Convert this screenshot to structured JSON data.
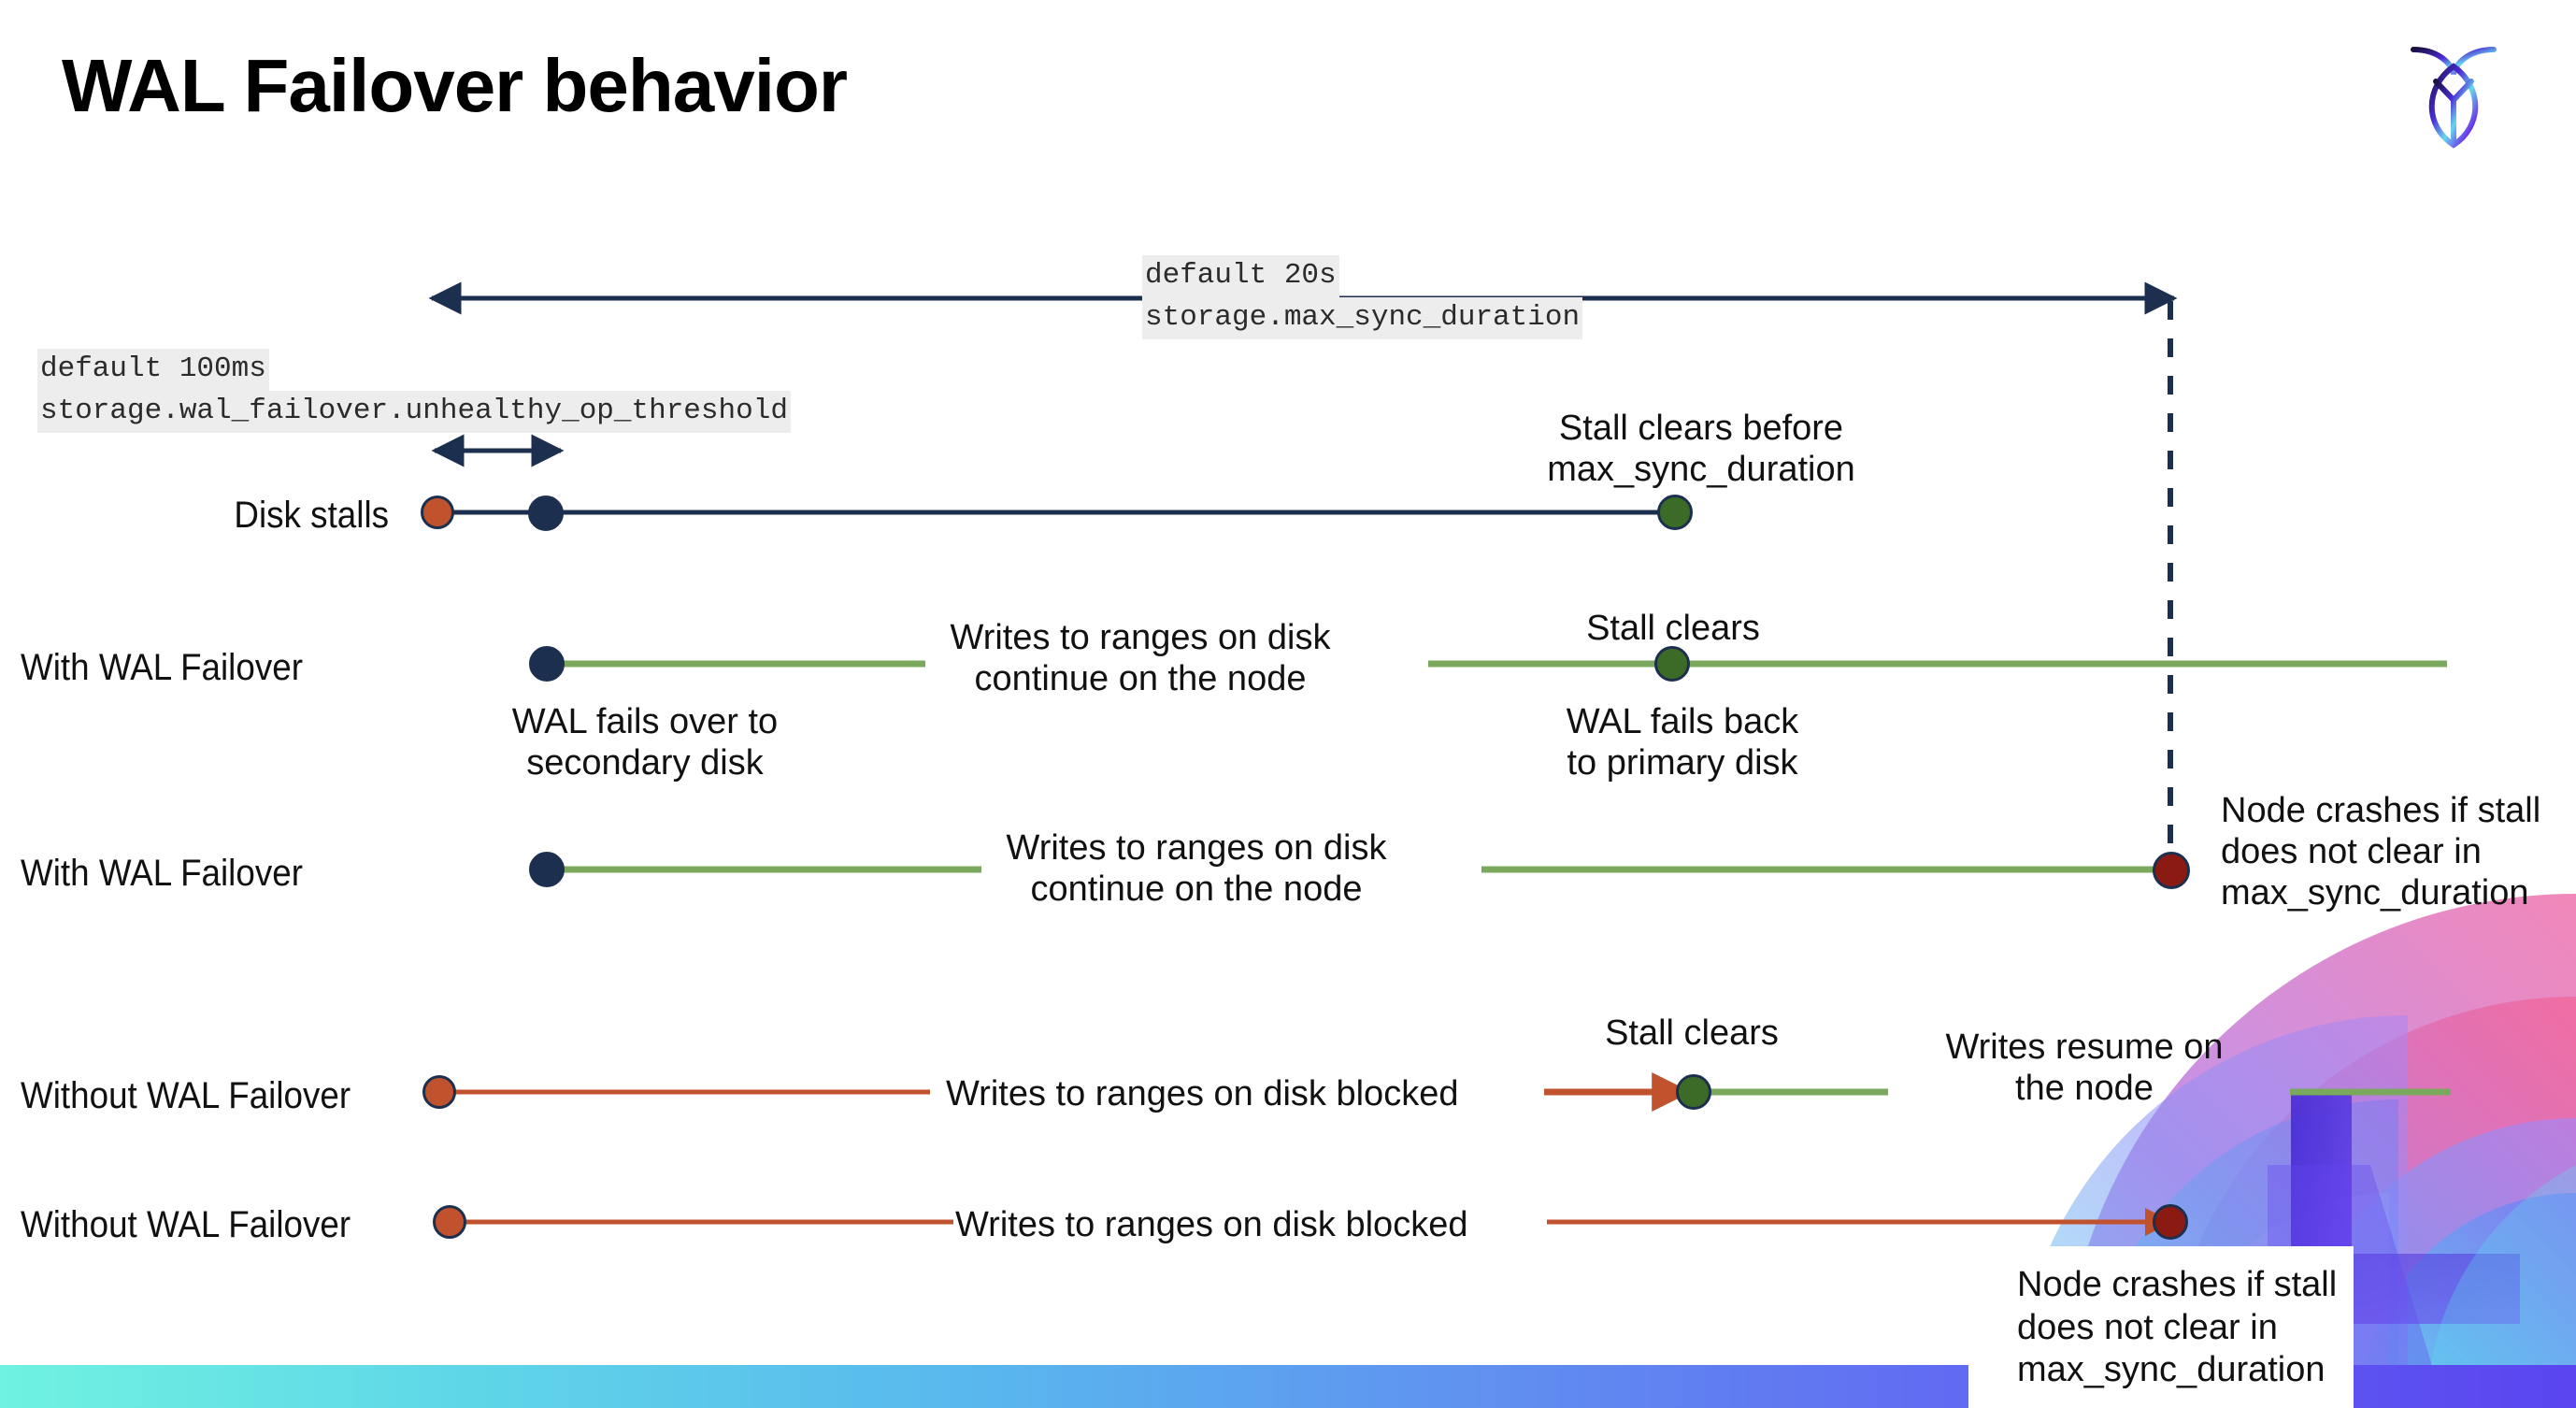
{
  "slide": {
    "title": "WAL Failover behavior",
    "logo_name": "cockroachdb-logo"
  },
  "colors": {
    "navy": "#1d2f4e",
    "green_line": "#7aa85c",
    "green_dot": "#3c6b27",
    "orange": "#c0522e",
    "dark_red": "#8b1a12",
    "code_bg": "#ededed",
    "strip_gradient_from": "#6FF2E0",
    "strip_gradient_to": "#5A45F0"
  },
  "settings": {
    "max_sync": {
      "default_label": "default 20s",
      "setting_name": "storage.max_sync_duration"
    },
    "unhealthy_op": {
      "default_label": "default 100ms",
      "setting_name": "storage.wal_failover.unhealthy_op_threshold"
    }
  },
  "rows": [
    {
      "id": "disk-stalls",
      "label": "Disk stalls",
      "annotation": "Stall clears before\nmax_sync_duration"
    },
    {
      "id": "with-wal-failover-1",
      "label": "With WAL Failover",
      "note_start": "WAL fails over to\nsecondary disk",
      "note_mid": "Writes to ranges on disk\ncontinue on the node",
      "note_clear": "Stall clears",
      "note_back": "WAL fails  back\nto primary disk"
    },
    {
      "id": "with-wal-failover-2",
      "label": "With WAL Failover",
      "note_mid": "Writes to ranges on disk\ncontinue on the node",
      "note_crash": "Node crashes if stall\ndoes not clear in\nmax_sync_duration"
    },
    {
      "id": "without-wal-failover-1",
      "label": "Without WAL Failover",
      "note_blocked": "Writes to ranges on disk  blocked",
      "note_clear": "Stall clears",
      "note_resume": "Writes resume on\nthe node"
    },
    {
      "id": "without-wal-failover-2",
      "label": "Without WAL Failover",
      "note_blocked": "Writes to ranges on disk  blocked",
      "note_crash": "Node crashes if stall\ndoes not clear in\nmax_sync_duration"
    }
  ],
  "markers": {
    "stall_start_icon": "orange-dot",
    "failover_icon": "navy-dot",
    "clear_icon": "green-dot",
    "crash_icon": "dark-red-dot"
  }
}
